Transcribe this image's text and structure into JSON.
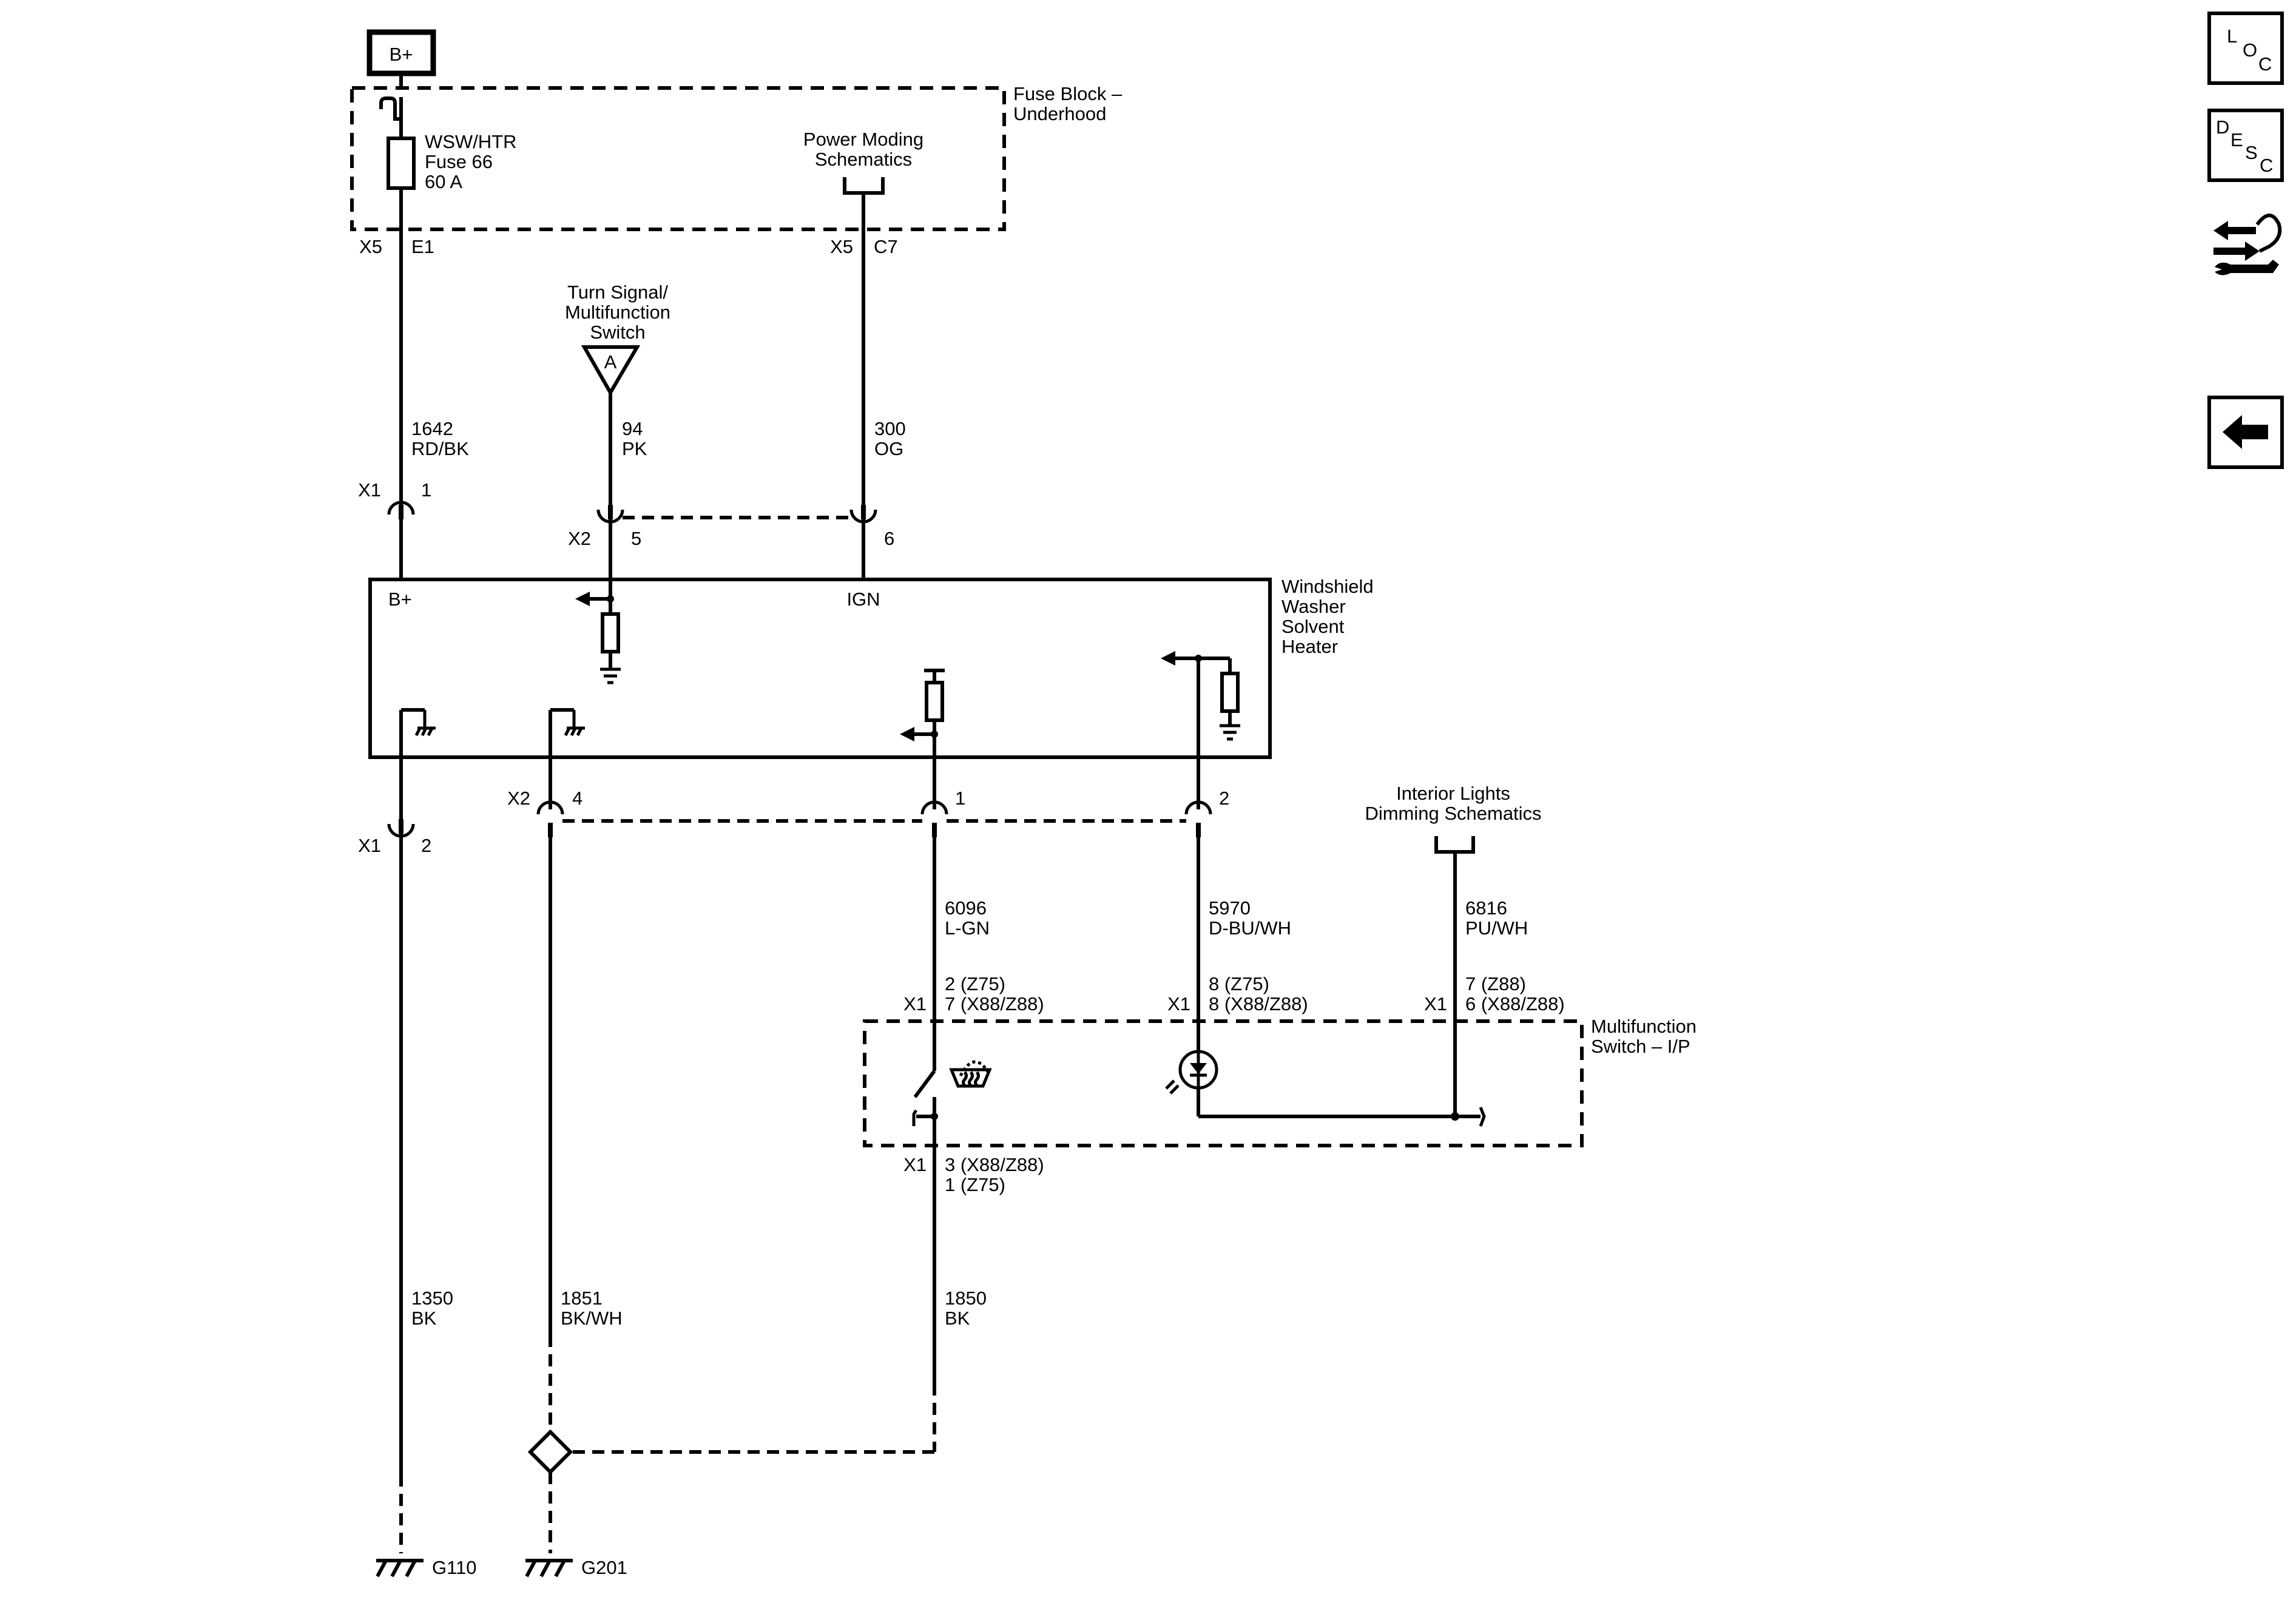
{
  "supply": {
    "label": "B+"
  },
  "fuse_block": {
    "title": [
      "Fuse Block –",
      "Underhood"
    ],
    "fuse": [
      "WSW/HTR",
      "Fuse 66",
      "60 A"
    ],
    "power_moding": [
      "Power Moding",
      "Schematics"
    ],
    "conn_left": [
      "X5",
      "E1"
    ],
    "conn_right": [
      "X5",
      "C7"
    ]
  },
  "turn_signal": {
    "label": [
      "Turn Signal/",
      "Multifunction",
      "Switch"
    ],
    "ref": "A"
  },
  "wires": {
    "w1642": [
      "1642",
      "RD/BK"
    ],
    "w94": [
      "94",
      "PK"
    ],
    "w300": [
      "300",
      "OG"
    ],
    "w6096": [
      "6096",
      "L-GN"
    ],
    "w5970": [
      "5970",
      "D-BU/WH"
    ],
    "w6816": [
      "6816",
      "PU/WH"
    ],
    "w1350": [
      "1350",
      "BK"
    ],
    "w1851": [
      "1851",
      "BK/WH"
    ],
    "w1850": [
      "1850",
      "BK"
    ]
  },
  "connectors": {
    "x1_top": [
      "X1",
      "1"
    ],
    "x2_top_a": [
      "X2",
      "5"
    ],
    "x2_top_b": "6",
    "x1_bot": [
      "X1",
      "2"
    ],
    "x2_bot_a": [
      "X2",
      "4"
    ],
    "x2_bot_b": "1",
    "x2_bot_c": "2"
  },
  "heater": {
    "title": [
      "Windshield",
      "Washer",
      "Solvent",
      "Heater"
    ],
    "pin_bplus": "B+",
    "pin_ign": "IGN"
  },
  "interior_lights": {
    "label": [
      "Interior Lights",
      "Dimming Schematics"
    ]
  },
  "mfs": {
    "title": [
      "Multifunction",
      "Switch – I/P"
    ],
    "c1": [
      "X1",
      "2 (Z75)",
      "7 (X88/Z88)"
    ],
    "c2": [
      "X1",
      "8 (Z75)",
      "8 (X88/Z88)"
    ],
    "c3": [
      "X1",
      "7 (Z88)",
      "6 (X88/Z88)"
    ],
    "c4": [
      "X1",
      "3 (X88/Z88)",
      "1 (Z75)"
    ]
  },
  "grounds": {
    "g1": "G110",
    "g2": "G201"
  },
  "nav": {
    "loc": [
      "L",
      "O",
      "C"
    ],
    "desc": [
      "D",
      "E",
      "S",
      "C"
    ]
  }
}
